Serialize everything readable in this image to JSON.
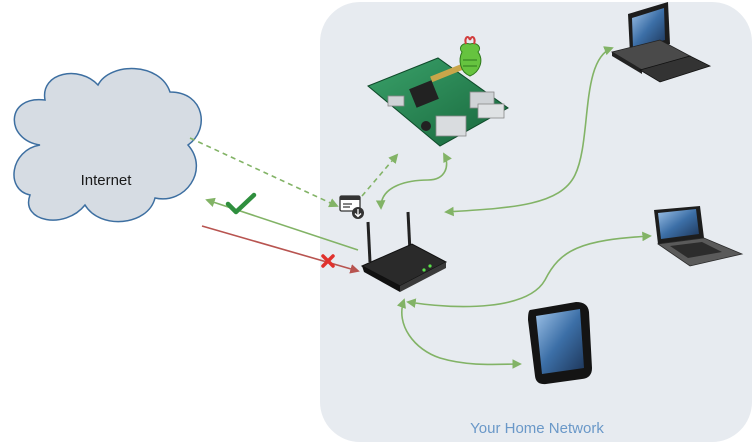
{
  "diagram": {
    "internet_label": "Internet",
    "home_network_label": "Your Home Network"
  },
  "nodes": [
    {
      "id": "internet",
      "icon": "cloud-icon"
    },
    {
      "id": "raspberry-pi",
      "icon": "raspberry-pi-board-icon"
    },
    {
      "id": "pihole-logo",
      "icon": "pi-hole-logo-icon"
    },
    {
      "id": "router",
      "icon": "wireless-router-icon"
    },
    {
      "id": "desktop",
      "icon": "desktop-computer-icon"
    },
    {
      "id": "laptop",
      "icon": "laptop-icon"
    },
    {
      "id": "tablet",
      "icon": "tablet-icon"
    },
    {
      "id": "dns-query",
      "icon": "dns-request-icon"
    }
  ],
  "colors": {
    "home_area": "#e7ebf0",
    "cloud_fill": "#d6dce3",
    "cloud_stroke": "#3d6fa1",
    "allowed": "#82b366",
    "blocked": "#b85450",
    "home_label": "#6a98c8"
  }
}
